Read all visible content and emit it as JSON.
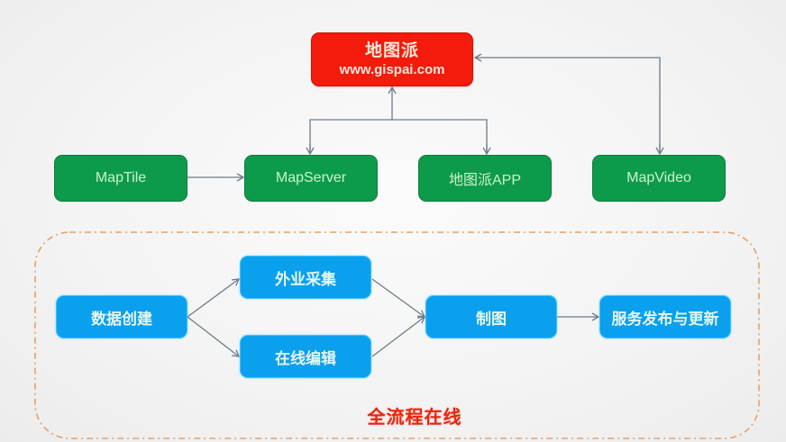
{
  "colors": {
    "root": "#f41a0c",
    "product": "#0e9a4b",
    "process": "#0aa0ee",
    "arrow": "#6e7b88",
    "dashed_border": "#e8a067",
    "footer_text": "#e8260f"
  },
  "root": {
    "title": "地图派",
    "url": "www.gispai.com"
  },
  "products": [
    {
      "label": "MapTile"
    },
    {
      "label": "MapServer"
    },
    {
      "label": "地图派APP"
    },
    {
      "label": "MapVideo"
    }
  ],
  "process": {
    "steps": [
      {
        "label": "数据创建"
      },
      {
        "label": "外业采集"
      },
      {
        "label": "在线编辑"
      },
      {
        "label": "制图"
      },
      {
        "label": "服务发布与更新"
      }
    ],
    "footer": "全流程在线"
  },
  "edges": [
    {
      "from": "MapTile",
      "to": "MapServer"
    },
    {
      "from": "MapServer",
      "to": "地图派"
    },
    {
      "from": "地图派",
      "to": "MapServer"
    },
    {
      "from": "地图派",
      "to": "地图派APP"
    },
    {
      "from": "MapVideo",
      "to": "地图派"
    },
    {
      "from": "地图派",
      "to": "MapVideo"
    },
    {
      "from": "数据创建",
      "to": "外业采集"
    },
    {
      "from": "数据创建",
      "to": "在线编辑"
    },
    {
      "from": "外业采集",
      "to": "制图"
    },
    {
      "from": "在线编辑",
      "to": "制图"
    },
    {
      "from": "制图",
      "to": "服务发布与更新"
    }
  ]
}
